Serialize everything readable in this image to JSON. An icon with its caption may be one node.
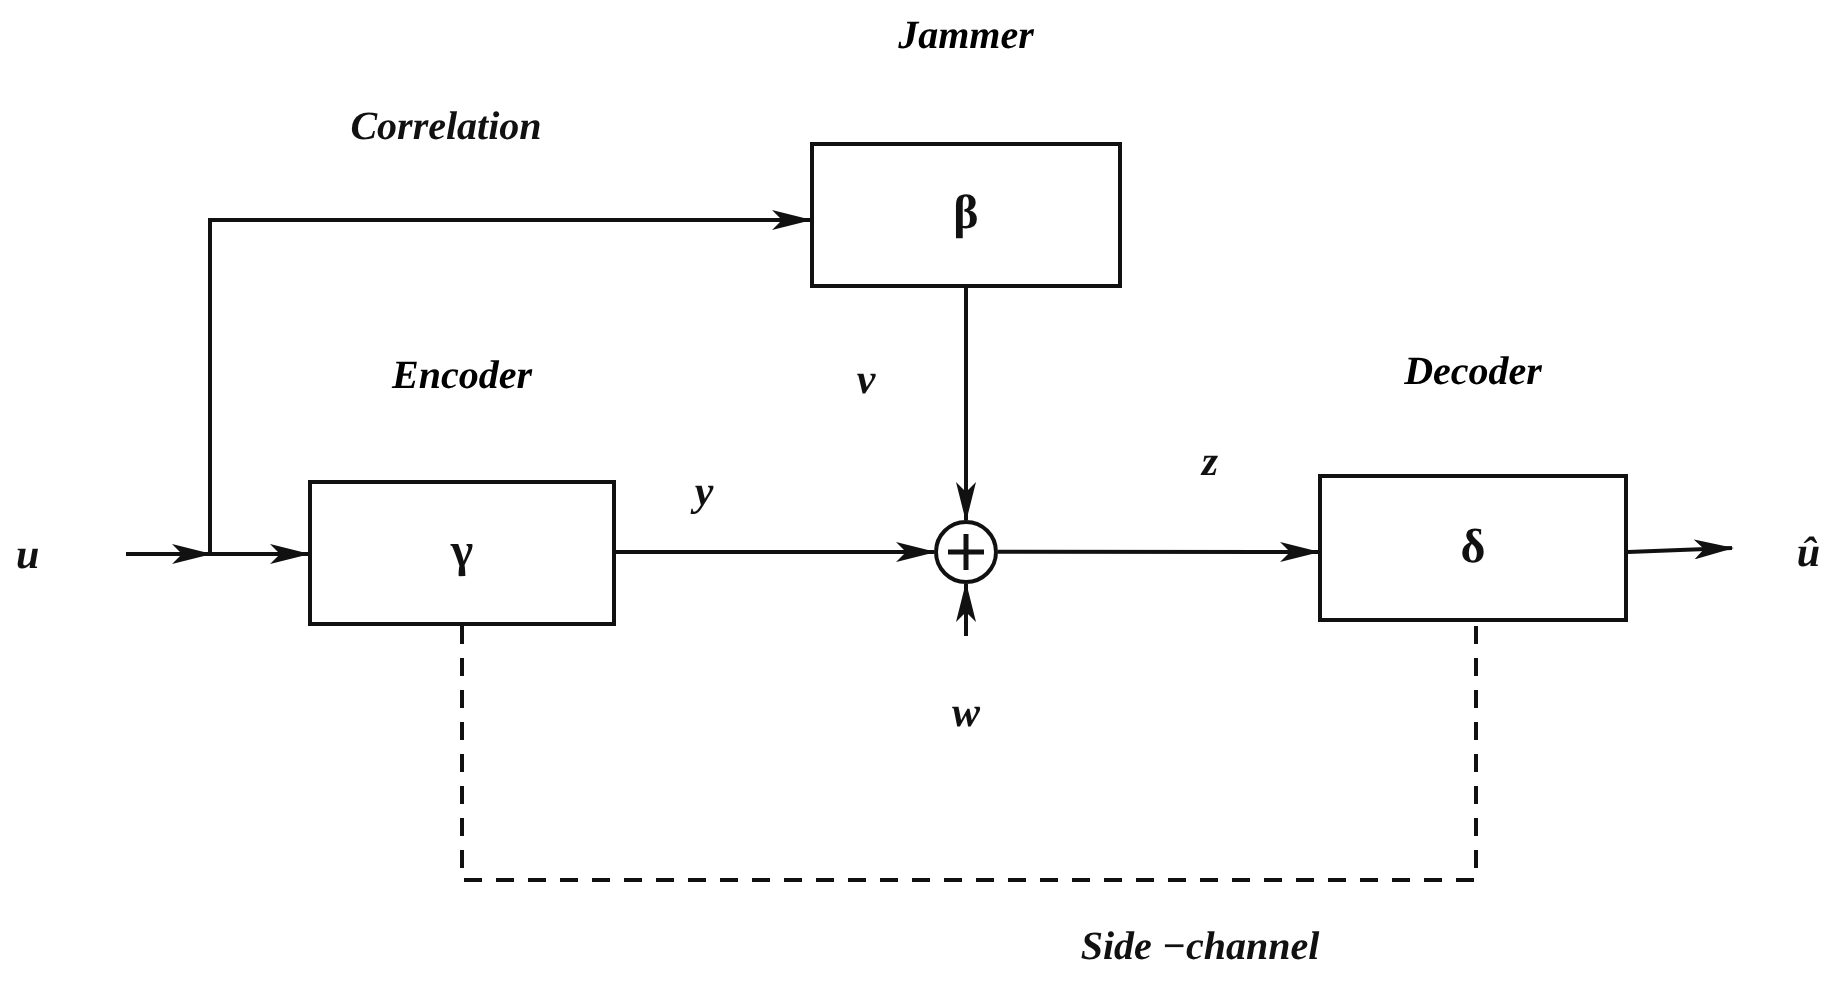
{
  "diagram": {
    "nodes": [
      {
        "text": [
          "u"
        ]
      },
      {
        "text": [
          "Encoder",
          "γ"
        ]
      },
      {
        "text": [
          "Jammer",
          "β"
        ]
      },
      {
        "text": [],
        "shape": "circle"
      },
      {
        "text": [
          "Decoder",
          "δ"
        ]
      },
      {
        "text": [
          "û"
        ]
      },
      {
        "text": [
          "w"
        ]
      }
    ],
    "edges": [
      {
        "from": 0,
        "to": 1,
        "arrow": "to"
      },
      {
        "from": 0,
        "to": 2,
        "arrow": "to",
        "label": "Correlation"
      },
      {
        "from": 1,
        "to": 3,
        "arrow": "to",
        "label": "y"
      },
      {
        "from": 2,
        "to": 3,
        "arrow": "to",
        "label": "v"
      },
      {
        "from": 6,
        "to": 3,
        "arrow": "to"
      },
      {
        "from": 3,
        "to": 4,
        "arrow": "to",
        "label": "z"
      },
      {
        "from": 4,
        "to": 5,
        "arrow": "to"
      },
      {
        "from": 1,
        "to": 4,
        "arrow": "none",
        "style": "dashed",
        "label": "Side −channel"
      }
    ]
  }
}
